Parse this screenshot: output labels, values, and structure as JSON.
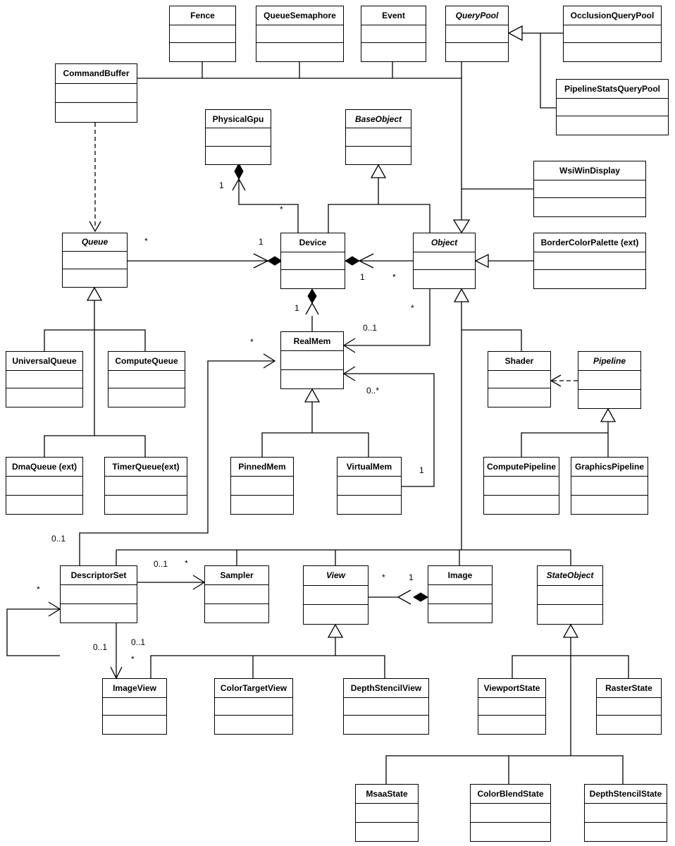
{
  "classes": [
    {
      "id": "fence",
      "name": "Fence",
      "abstract": false
    },
    {
      "id": "queue-semaphore",
      "name": "QueueSemaphore",
      "abstract": false
    },
    {
      "id": "event",
      "name": "Event",
      "abstract": false
    },
    {
      "id": "query-pool",
      "name": "QueryPool",
      "abstract": true
    },
    {
      "id": "occlusion-query-pool",
      "name": "OcclusionQueryPool",
      "abstract": false
    },
    {
      "id": "command-buffer",
      "name": "CommandBuffer",
      "abstract": false
    },
    {
      "id": "pipeline-stats-query-pool",
      "name": "PipelineStatsQueryPool",
      "abstract": false
    },
    {
      "id": "physical-gpu",
      "name": "PhysicalGpu",
      "abstract": false
    },
    {
      "id": "base-object",
      "name": "BaseObject",
      "abstract": true
    },
    {
      "id": "wsi-win-display",
      "name": "WsiWinDisplay",
      "abstract": false
    },
    {
      "id": "queue",
      "name": "Queue",
      "abstract": true
    },
    {
      "id": "device",
      "name": "Device",
      "abstract": false
    },
    {
      "id": "object",
      "name": "Object",
      "abstract": true
    },
    {
      "id": "border-color-palette",
      "name": "BorderColorPalette (ext)",
      "abstract": false
    },
    {
      "id": "real-mem",
      "name": "RealMem",
      "abstract": false
    },
    {
      "id": "universal-queue",
      "name": "UniversalQueue",
      "abstract": false
    },
    {
      "id": "compute-queue",
      "name": "ComputeQueue",
      "abstract": false
    },
    {
      "id": "shader",
      "name": "Shader",
      "abstract": false
    },
    {
      "id": "pipeline",
      "name": "Pipeline",
      "abstract": true
    },
    {
      "id": "dma-queue",
      "name": "DmaQueue (ext)",
      "abstract": false
    },
    {
      "id": "timer-queue",
      "name": "TimerQueue(ext)",
      "abstract": false
    },
    {
      "id": "pinned-mem",
      "name": "PinnedMem",
      "abstract": false
    },
    {
      "id": "virtual-mem",
      "name": "VirtualMem",
      "abstract": false
    },
    {
      "id": "compute-pipeline",
      "name": "ComputePipeline",
      "abstract": false
    },
    {
      "id": "graphics-pipeline",
      "name": "GraphicsPipeline",
      "abstract": false
    },
    {
      "id": "descriptor-set",
      "name": "DescriptorSet",
      "abstract": false
    },
    {
      "id": "sampler",
      "name": "Sampler",
      "abstract": false
    },
    {
      "id": "view",
      "name": "View",
      "abstract": true
    },
    {
      "id": "image",
      "name": "Image",
      "abstract": false
    },
    {
      "id": "state-object",
      "name": "StateObject",
      "abstract": true
    },
    {
      "id": "image-view",
      "name": "ImageView",
      "abstract": false
    },
    {
      "id": "color-target-view",
      "name": "ColorTargetView",
      "abstract": false
    },
    {
      "id": "depth-stencil-view",
      "name": "DepthStencilView",
      "abstract": false
    },
    {
      "id": "viewport-state",
      "name": "ViewportState",
      "abstract": false
    },
    {
      "id": "raster-state",
      "name": "RasterState",
      "abstract": false
    },
    {
      "id": "msaa-state",
      "name": "MsaaState",
      "abstract": false
    },
    {
      "id": "color-blend-state",
      "name": "ColorBlendState",
      "abstract": false
    },
    {
      "id": "depth-stencil-state",
      "name": "DepthStencilState",
      "abstract": false
    }
  ],
  "multiplicities": [
    {
      "id": "physicalgpu-1",
      "text": "1"
    },
    {
      "id": "device-physicalgpu-star",
      "text": "*"
    },
    {
      "id": "queue-star",
      "text": "*"
    },
    {
      "id": "device-queue-1",
      "text": "1"
    },
    {
      "id": "device-object-1",
      "text": "1"
    },
    {
      "id": "object-device-star",
      "text": "*"
    },
    {
      "id": "realmem-device-1",
      "text": "1"
    },
    {
      "id": "object-realmem-star",
      "text": "*"
    },
    {
      "id": "realmem-object-01",
      "text": "0..1"
    },
    {
      "id": "descriptorset-realmem-star",
      "text": "*"
    },
    {
      "id": "realmem-virtualmem-0n",
      "text": "0..*"
    },
    {
      "id": "virtualmem-1",
      "text": "1"
    },
    {
      "id": "descriptorset-01",
      "text": "0..1"
    },
    {
      "id": "descriptorset-sampler-01",
      "text": "0..1"
    },
    {
      "id": "sampler-star",
      "text": "*"
    },
    {
      "id": "view-star",
      "text": "*"
    },
    {
      "id": "image-1",
      "text": "1"
    },
    {
      "id": "descriptorset-self-star",
      "text": "*"
    },
    {
      "id": "descriptorset-self-01",
      "text": "0..1"
    },
    {
      "id": "imageview-01",
      "text": "0..1"
    },
    {
      "id": "imageview-star",
      "text": "*"
    }
  ]
}
